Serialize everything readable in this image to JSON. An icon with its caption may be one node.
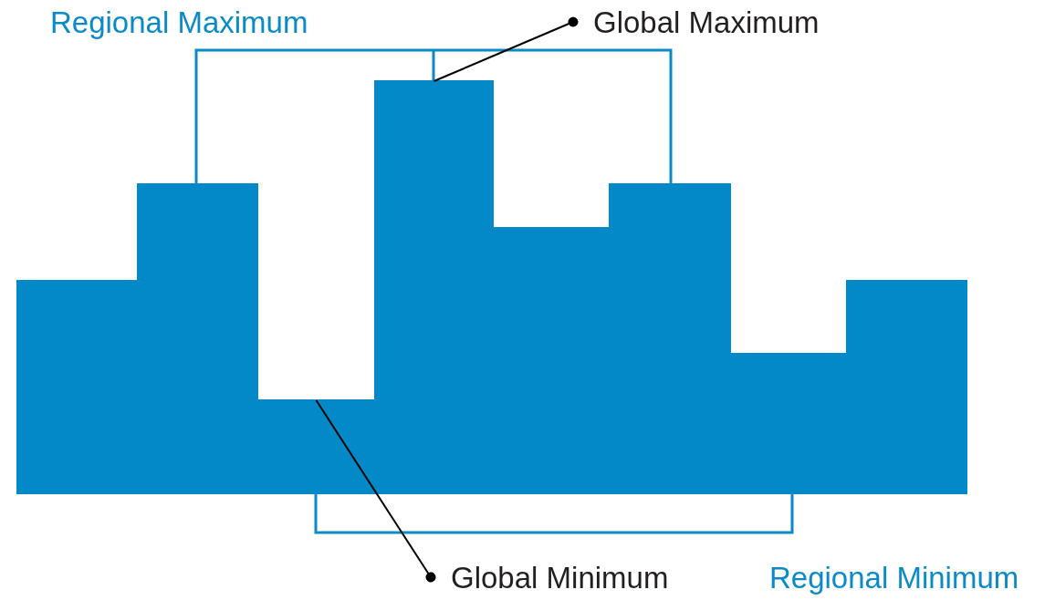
{
  "diagram": {
    "nodes": [
      {
        "text": [
          "Global Maximum"
        ]
      },
      {
        "text": [
          "Global Minimum"
        ]
      },
      {
        "text": [],
        "shape": "bar"
      },
      {
        "text": [],
        "shape": "bar"
      },
      {
        "text": [],
        "shape": "bar"
      },
      {
        "text": [],
        "shape": "bar"
      },
      {
        "text": [],
        "shape": "bar"
      },
      {
        "text": [],
        "shape": "bar"
      },
      {
        "text": [],
        "shape": "bar"
      },
      {
        "text": [],
        "shape": "bar"
      }
    ],
    "edges": [
      {
        "from": 0,
        "to": 5,
        "arrow": "other"
      },
      {
        "from": 1,
        "to": 4,
        "arrow": "other"
      }
    ],
    "labels": [
      "Regional Maximum",
      "Regional Minimum"
    ]
  }
}
